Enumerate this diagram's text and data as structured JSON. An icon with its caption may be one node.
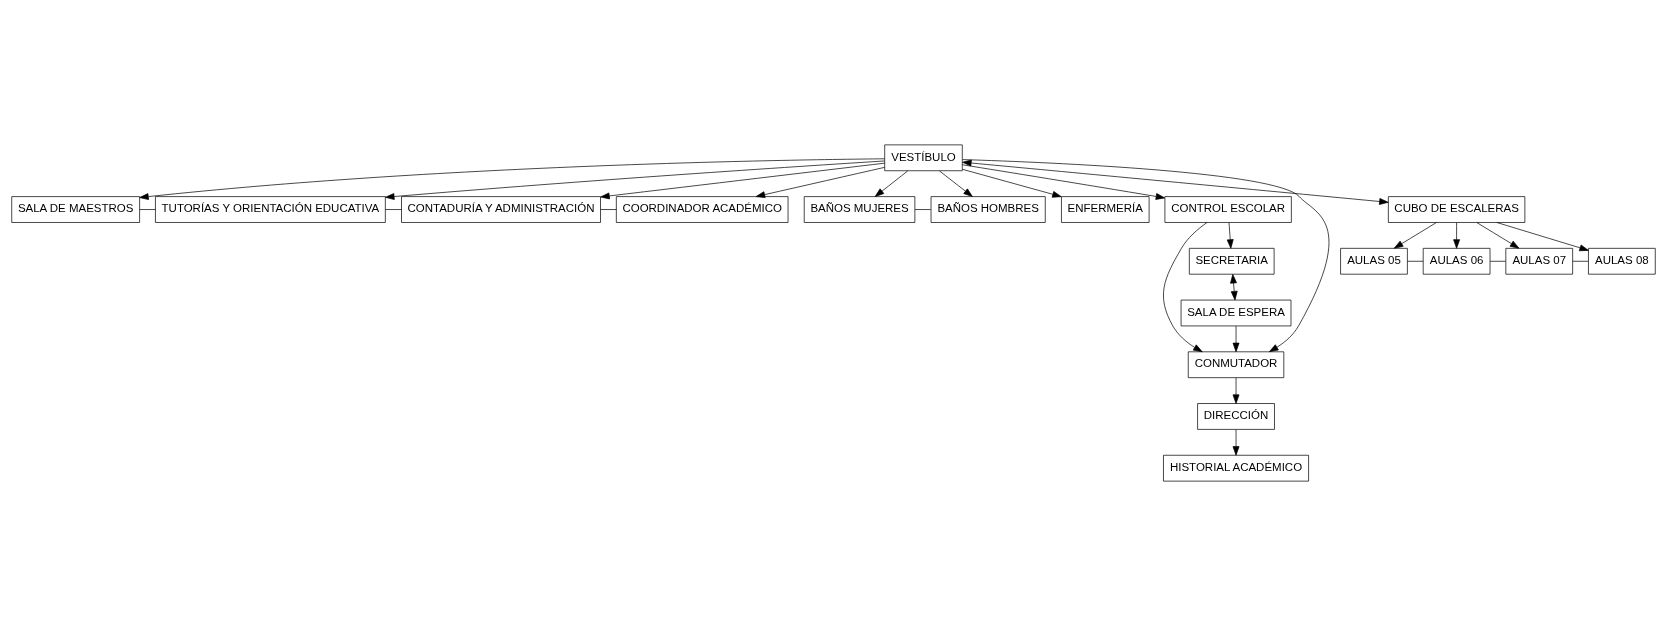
{
  "diagram": {
    "nodes": [
      {
        "text": [
          "SALA DE MAESTROS"
        ]
      },
      {
        "text": [
          "TUTORÍAS Y ORIENTACIÓN EDUCATIVA"
        ]
      },
      {
        "text": [
          "CONTADURÍA Y ADMINISTRACIÓN"
        ]
      },
      {
        "text": [
          "COORDINADOR ACADÉMICO"
        ]
      },
      {
        "text": [
          "HISTORIAL ACADÉMICO"
        ]
      },
      {
        "text": [
          "BAÑOS MUJERES"
        ]
      },
      {
        "text": [
          "BAÑOS HOMBRES"
        ]
      },
      {
        "text": [
          "ENFERMERÍA"
        ]
      },
      {
        "text": [
          "VESTÍBULO"
        ]
      },
      {
        "text": [
          "CONTROL ESCOLAR"
        ]
      },
      {
        "text": [
          "CONMUTADOR"
        ]
      },
      {
        "text": [
          "DIRECCIÓN"
        ]
      },
      {
        "text": [
          "SECRETARIA"
        ]
      },
      {
        "text": [
          "SALA DE ESPERA"
        ]
      },
      {
        "text": [
          "CUBO DE ESCALERAS"
        ]
      },
      {
        "text": [
          "AULAS 05"
        ]
      },
      {
        "text": [
          "AULAS 06"
        ]
      },
      {
        "text": [
          "AULAS 07"
        ]
      },
      {
        "text": [
          "AULAS 08"
        ]
      }
    ],
    "edges": [
      {
        "from": 0,
        "to": 1,
        "arrow": "none"
      },
      {
        "from": 1,
        "to": 2,
        "arrow": "none"
      },
      {
        "from": 2,
        "to": 3,
        "arrow": "none"
      },
      {
        "from": 5,
        "to": 6,
        "arrow": "none"
      },
      {
        "from": 8,
        "to": 0,
        "arrow": "to"
      },
      {
        "from": 8,
        "to": 1,
        "arrow": "to"
      },
      {
        "from": 8,
        "to": 2,
        "arrow": "to"
      },
      {
        "from": 8,
        "to": 3,
        "arrow": "to"
      },
      {
        "from": 8,
        "to": 5,
        "arrow": "to"
      },
      {
        "from": 8,
        "to": 6,
        "arrow": "to"
      },
      {
        "from": 8,
        "to": 10,
        "arrow": "to"
      },
      {
        "from": 8,
        "to": 7,
        "arrow": "to"
      },
      {
        "from": 8,
        "to": 9,
        "arrow": "to"
      },
      {
        "from": 9,
        "to": 10,
        "arrow": "to"
      },
      {
        "from": 10,
        "to": 11,
        "arrow": "to"
      },
      {
        "from": 11,
        "to": 4,
        "arrow": "to"
      },
      {
        "from": 9,
        "to": 12,
        "arrow": "to"
      },
      {
        "from": 13,
        "to": 10,
        "arrow": "to"
      },
      {
        "from": 12,
        "to": 13,
        "arrow": "both"
      },
      {
        "from": 8,
        "to": 14,
        "arrow": "both"
      },
      {
        "from": 14,
        "to": 15,
        "arrow": "to"
      },
      {
        "from": 14,
        "to": 16,
        "arrow": "to"
      },
      {
        "from": 14,
        "to": 17,
        "arrow": "to"
      },
      {
        "from": 14,
        "to": 18,
        "arrow": "to"
      },
      {
        "from": 15,
        "to": 16,
        "arrow": "none"
      },
      {
        "from": 16,
        "to": 17,
        "arrow": "none"
      },
      {
        "from": 17,
        "to": 18,
        "arrow": "none"
      }
    ]
  }
}
